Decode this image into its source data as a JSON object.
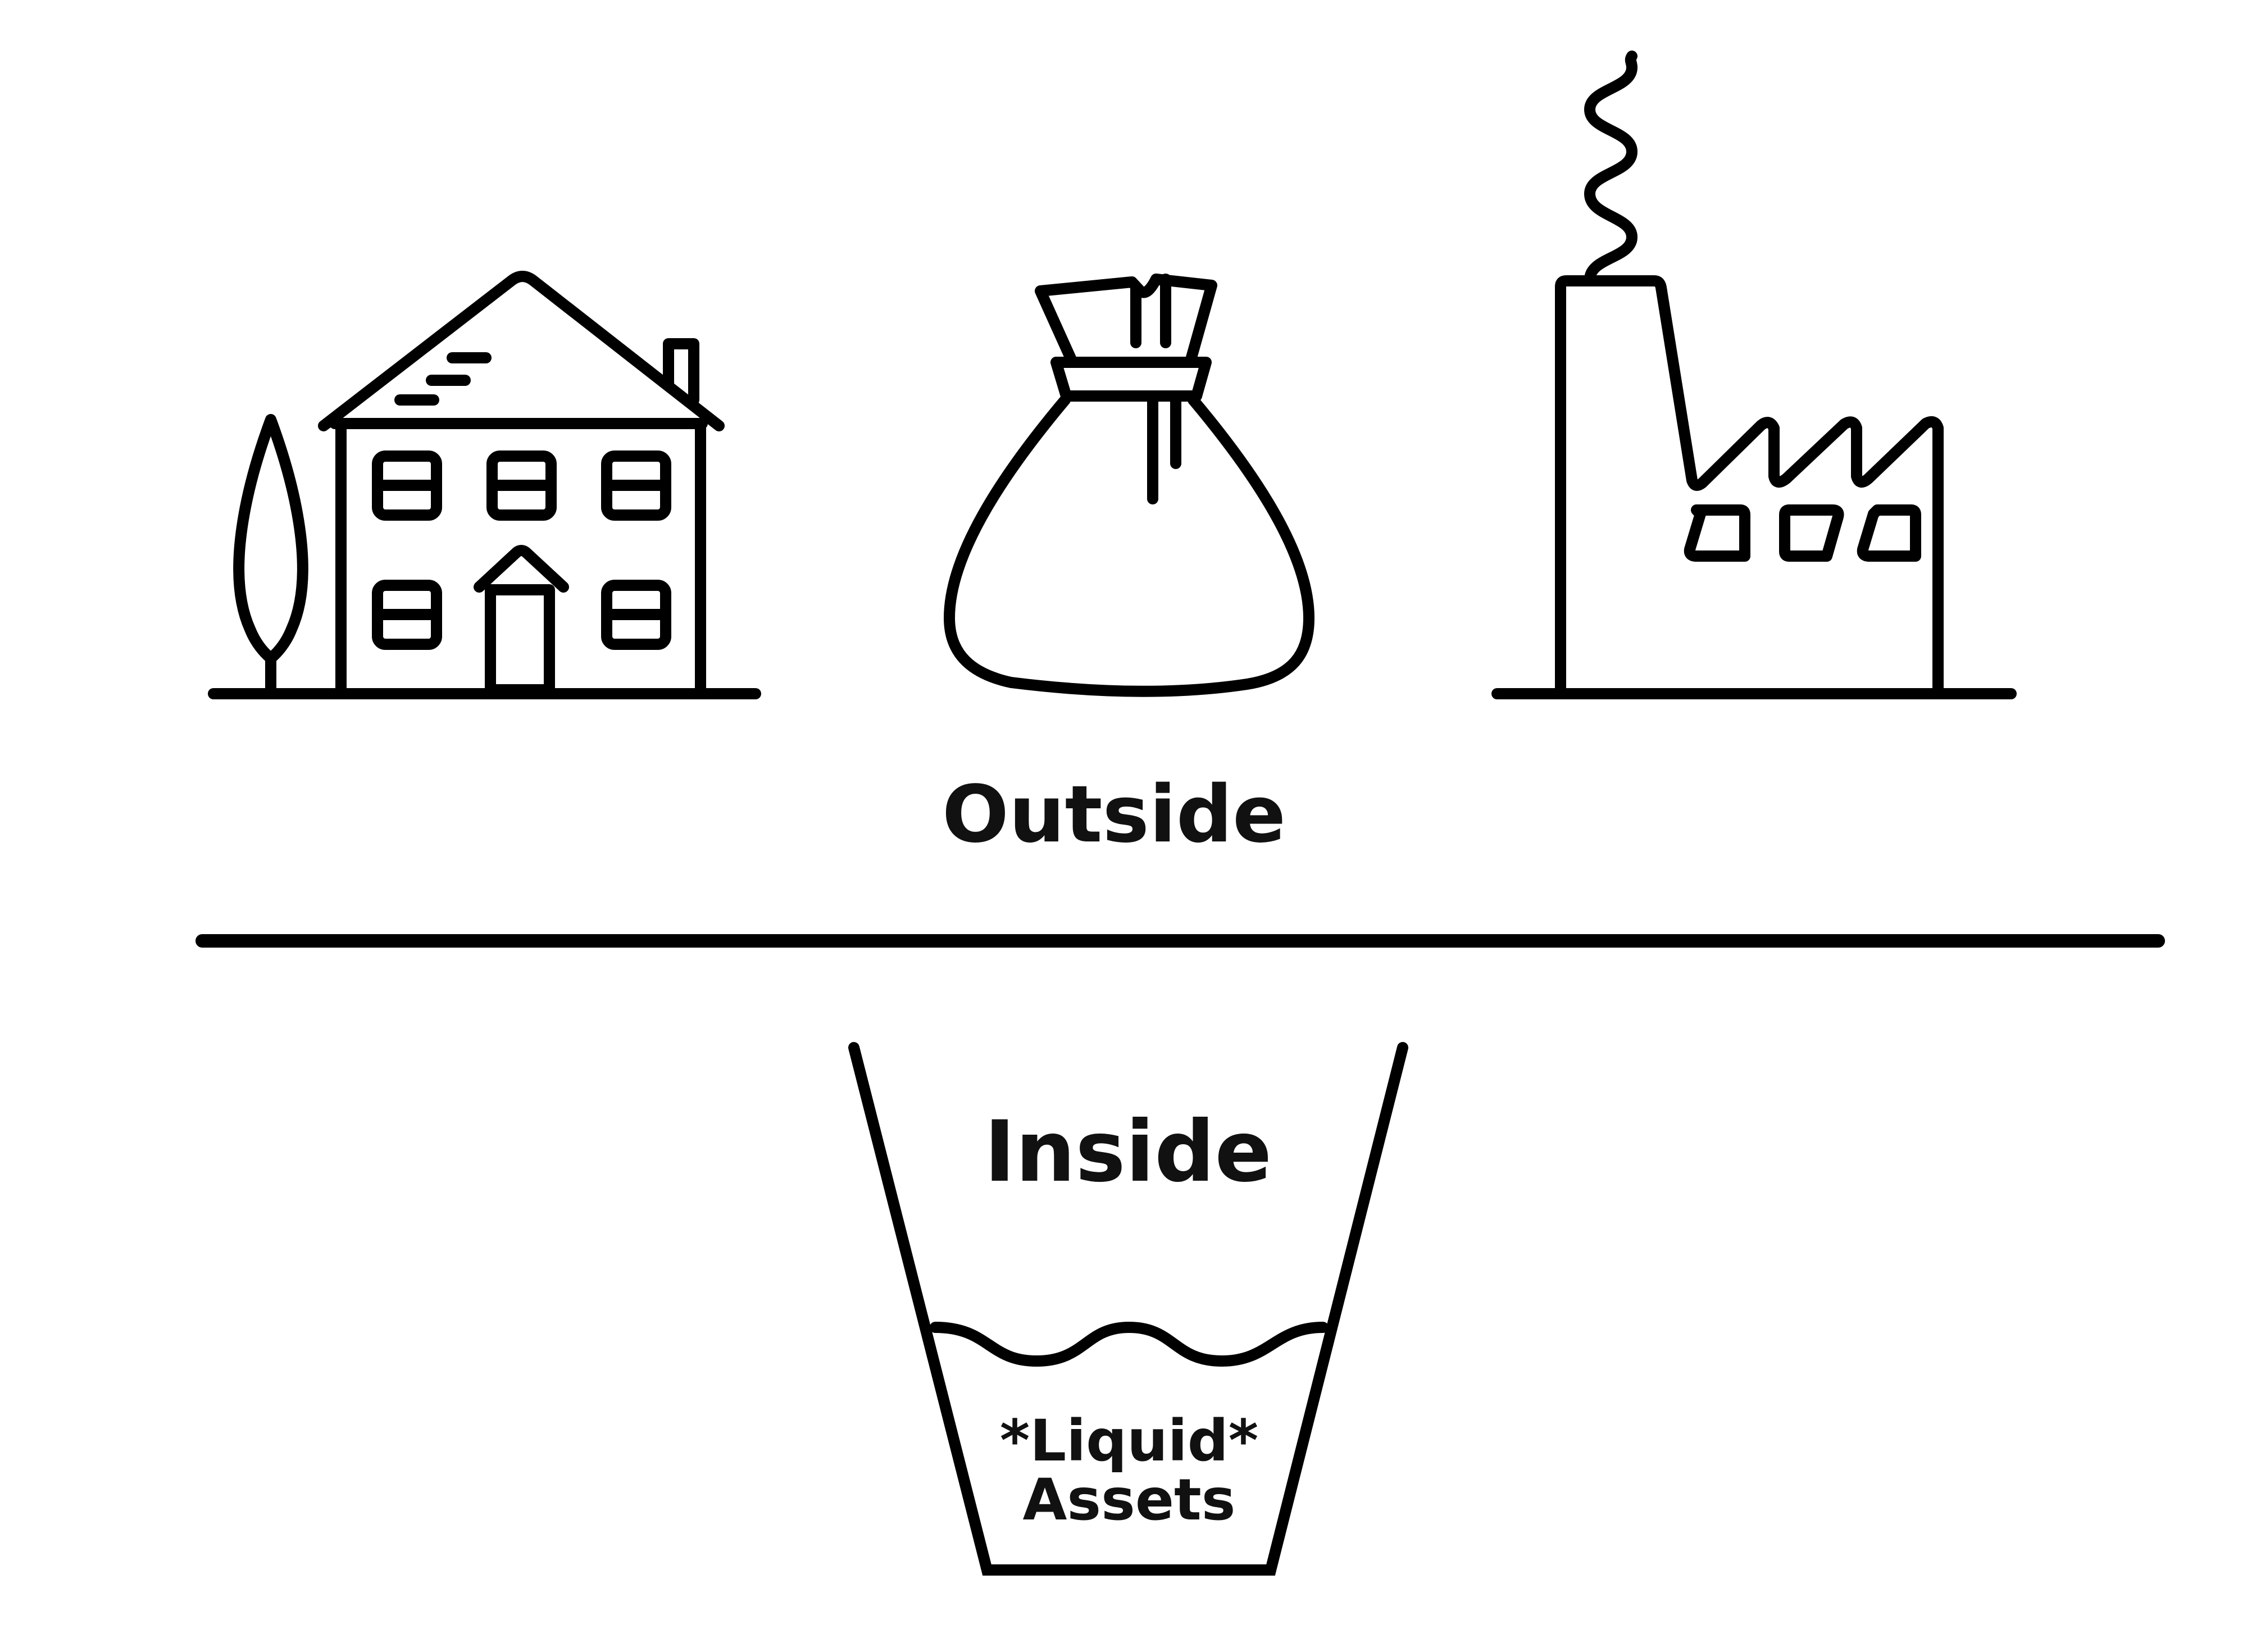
{
  "labels": {
    "outside": "Outside",
    "inside": "Inside",
    "liquid_line1": "*Liquid*",
    "liquid_line2": "Assets"
  },
  "icons": [
    "house-icon",
    "tree-icon",
    "money-bag-icon",
    "factory-icon",
    "smoke-icon",
    "cup-icon",
    "liquid-wave-icon"
  ],
  "colors": {
    "stroke": "#000000",
    "background": "#ffffff"
  }
}
